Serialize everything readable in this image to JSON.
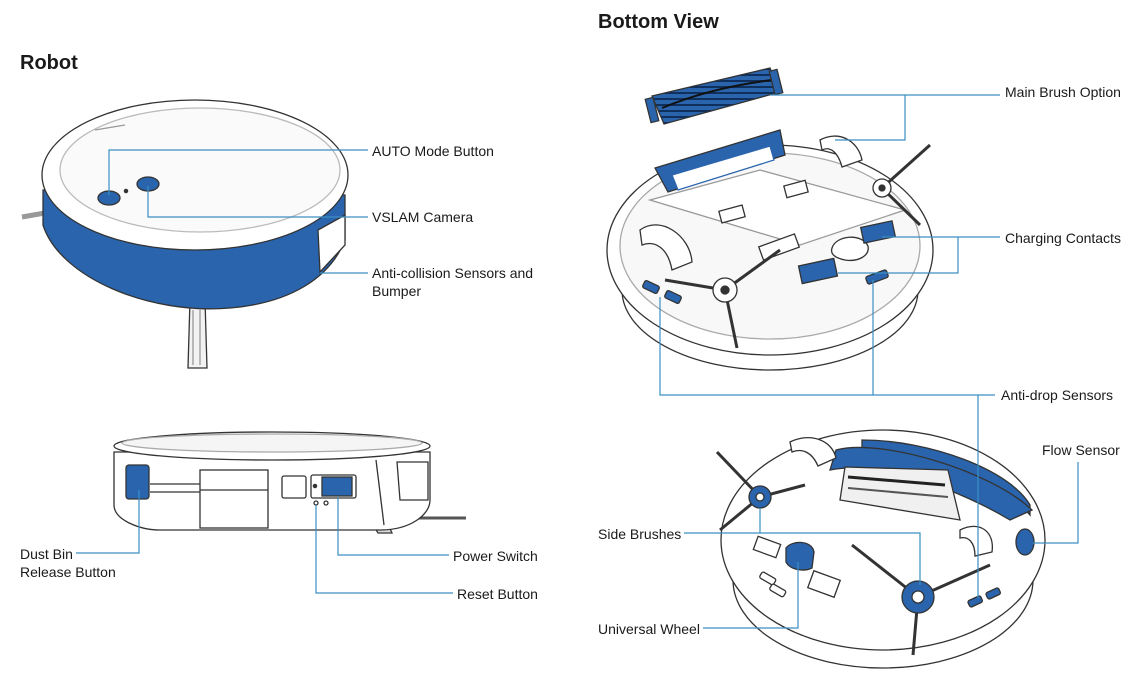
{
  "titles": {
    "robot": "Robot",
    "bottom_view": "Bottom View"
  },
  "labels": {
    "auto_mode_button": "AUTO Mode Button",
    "vslam_camera": "VSLAM Camera",
    "anti_collision_line1": "Anti-collision Sensors and",
    "anti_collision_line2": "Bumper",
    "dust_bin_line1": "Dust Bin",
    "dust_bin_line2": "Release Button",
    "power_switch": "Power Switch",
    "reset_button": "Reset Button",
    "main_brush_option": "Main Brush Option",
    "charging_contacts": "Charging Contacts",
    "anti_drop_sensors": "Anti-drop Sensors",
    "flow_sensor": "Flow Sensor",
    "side_brushes": "Side Brushes",
    "universal_wheel": "Universal Wheel"
  },
  "colors": {
    "accent_blue": "#2a64ad",
    "leader_line": "#3a8fc4",
    "outline": "#333333"
  }
}
